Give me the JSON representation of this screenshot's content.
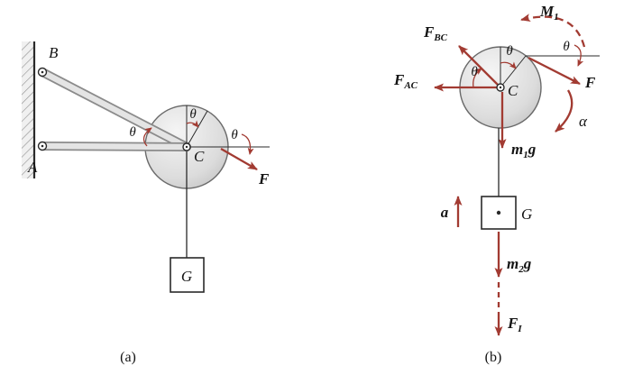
{
  "colors": {
    "arrow": "#a23b32",
    "line": "#2a2a2a",
    "disk-edge": "#6a6a6a",
    "bar-edge": "#8b8b8b",
    "bar-fill": "#e4e4e4",
    "wall": "#909090"
  },
  "panel_a": {
    "caption": "(a)",
    "labels": {
      "point_b": "B",
      "point_a": "A",
      "point_c": "C",
      "block": "G",
      "theta_bars": "θ",
      "theta_top": "θ",
      "theta_force": "θ",
      "force": "F"
    }
  },
  "panel_b": {
    "caption": "(b)",
    "labels": {
      "moment_main": "M",
      "moment_sub": "1",
      "fbc_main": "F",
      "fbc_sub": "BC",
      "fac_main": "F",
      "fac_sub": "AC",
      "force": "F",
      "theta_top": "θ",
      "theta_right": "θ",
      "theta_left": "θ",
      "point_c": "C",
      "m1g_m": "m",
      "m1g_sub": "1",
      "m1g_g": "g",
      "alpha": "α",
      "accel": "a",
      "block": "G",
      "m2g_m": "m",
      "m2g_sub": "2",
      "m2g_g": "g",
      "fi_main": "F",
      "fi_sub": "I"
    }
  }
}
